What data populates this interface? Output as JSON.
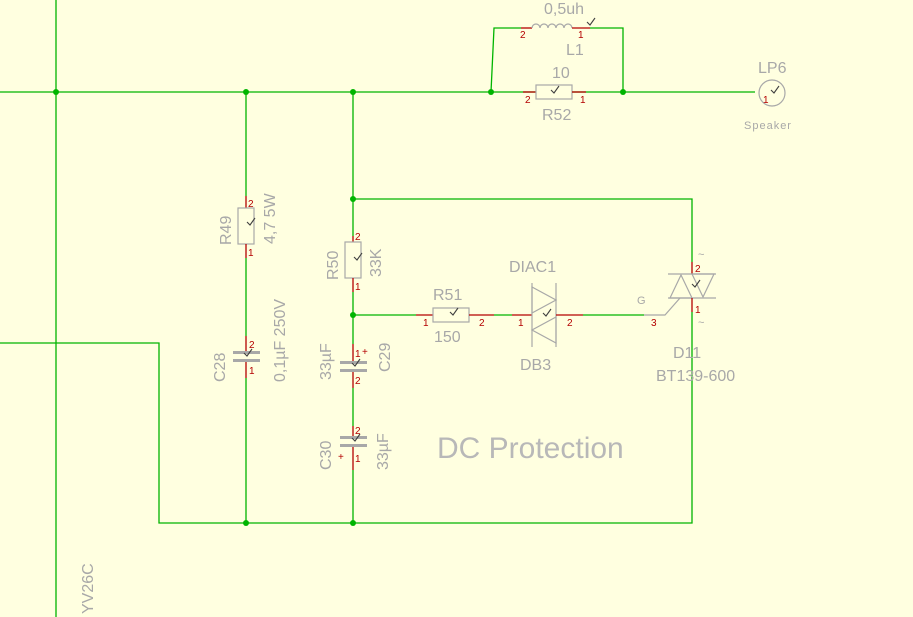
{
  "schematic": {
    "title": "DC Protection",
    "net_label": "YV26C",
    "components": {
      "l1": {
        "ref": "L1",
        "value": "0,5uh",
        "pin_a": "2",
        "pin_b": "1"
      },
      "r52": {
        "ref": "R52",
        "value": "10",
        "pin_a": "2",
        "pin_b": "1"
      },
      "lp6": {
        "ref": "LP6",
        "value": "Speaker",
        "pin": "1"
      },
      "r49": {
        "ref": "R49",
        "value": "4,7 5W",
        "pin_a": "2",
        "pin_b": "1"
      },
      "r50": {
        "ref": "R50",
        "value": "33K",
        "pin_a": "2",
        "pin_b": "1"
      },
      "c28": {
        "ref": "C28",
        "value": "0,1µF 250V",
        "pin_a": "2",
        "pin_b": "1"
      },
      "c29": {
        "ref": "C29",
        "value": "33µF",
        "pin_a": "1",
        "pin_b": "2",
        "polarity": "+"
      },
      "c30": {
        "ref": "C30",
        "value": "33µF",
        "pin_a": "2",
        "pin_b": "1",
        "polarity": "+"
      },
      "r51": {
        "ref": "R51",
        "value": "150",
        "pin_a": "1",
        "pin_b": "2"
      },
      "diac1": {
        "ref": "DIAC1",
        "value": "DB3",
        "pin_a": "1",
        "pin_b": "2"
      },
      "d11": {
        "ref": "D11",
        "value": "BT139-600",
        "gate_label": "G",
        "pin_gate": "3",
        "pin_a": "2",
        "pin_b": "1",
        "terminal_mark": "~"
      }
    }
  }
}
